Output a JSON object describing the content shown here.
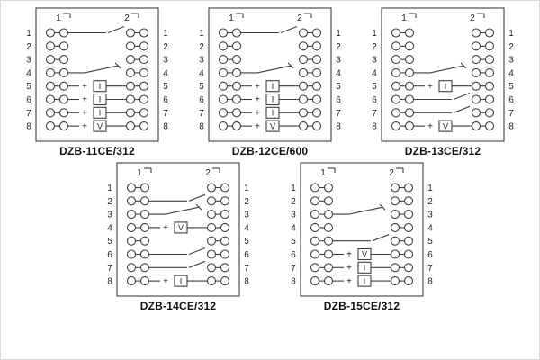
{
  "figure": {
    "background": "#ffffff",
    "line_color": "#3f3f3f",
    "text_color": "#1f1f1f",
    "polarity_symbol": "+"
  },
  "diagrams": [
    {
      "caption": "DZB-11CE/312",
      "col_headers": [
        "1",
        "2"
      ],
      "left_numbers": [
        "1",
        "2",
        "3",
        "4",
        "5",
        "6",
        "7",
        "8"
      ],
      "right_numbers": [
        "1",
        "2",
        "3",
        "4",
        "5",
        "6",
        "7",
        "8"
      ],
      "rows": [
        {
          "type": "contact"
        },
        {
          "type": "plain"
        },
        {
          "type": "plain"
        },
        {
          "type": "switch"
        },
        {
          "type": "coil",
          "label": "I"
        },
        {
          "type": "coil",
          "label": "I"
        },
        {
          "type": "coil",
          "label": "I"
        },
        {
          "type": "coil",
          "label": "V"
        }
      ]
    },
    {
      "caption": "DZB-12CE/600",
      "col_headers": [
        "1",
        "2"
      ],
      "left_numbers": [
        "1",
        "2",
        "3",
        "4",
        "5",
        "6",
        "7",
        "8"
      ],
      "right_numbers": [
        "1",
        "2",
        "3",
        "4",
        "5",
        "6",
        "7",
        "8"
      ],
      "rows": [
        {
          "type": "contact"
        },
        {
          "type": "plain"
        },
        {
          "type": "plain"
        },
        {
          "type": "switch"
        },
        {
          "type": "coil",
          "label": "I"
        },
        {
          "type": "coil",
          "label": "I"
        },
        {
          "type": "coil",
          "label": "I"
        },
        {
          "type": "coil",
          "label": "V"
        }
      ]
    },
    {
      "caption": "DZB-13CE/312",
      "col_headers": [
        "1",
        "2"
      ],
      "left_numbers": [
        "1",
        "2",
        "3",
        "4",
        "5",
        "6",
        "7",
        "8"
      ],
      "right_numbers": [
        "1",
        "2",
        "3",
        "4",
        "5",
        "6",
        "7",
        "8"
      ],
      "rows": [
        {
          "type": "plain"
        },
        {
          "type": "plain"
        },
        {
          "type": "plain"
        },
        {
          "type": "switch"
        },
        {
          "type": "coil",
          "label": "I"
        },
        {
          "type": "contact"
        },
        {
          "type": "contact"
        },
        {
          "type": "coil",
          "label": "V"
        }
      ]
    },
    {
      "caption": "DZB-14CE/312",
      "col_headers": [
        "1",
        "2"
      ],
      "left_numbers": [
        "1",
        "2",
        "3",
        "4",
        "5",
        "6",
        "7",
        "8"
      ],
      "right_numbers": [
        "1",
        "2",
        "3",
        "4",
        "5",
        "6",
        "7",
        "8"
      ],
      "rows": [
        {
          "type": "plain"
        },
        {
          "type": "contact"
        },
        {
          "type": "switch"
        },
        {
          "type": "coil",
          "label": "V"
        },
        {
          "type": "plain"
        },
        {
          "type": "contact"
        },
        {
          "type": "contact"
        },
        {
          "type": "coil",
          "label": "I"
        }
      ]
    },
    {
      "caption": "DZB-15CE/312",
      "col_headers": [
        "1",
        "2"
      ],
      "left_numbers": [
        "1",
        "2",
        "3",
        "4",
        "5",
        "6",
        "7",
        "8"
      ],
      "right_numbers": [
        "1",
        "2",
        "3",
        "4",
        "5",
        "6",
        "7",
        "8"
      ],
      "rows": [
        {
          "type": "plain"
        },
        {
          "type": "plain"
        },
        {
          "type": "switch"
        },
        {
          "type": "plain"
        },
        {
          "type": "contact"
        },
        {
          "type": "coil",
          "label": "V"
        },
        {
          "type": "coil",
          "label": "I"
        },
        {
          "type": "coil",
          "label": "I"
        }
      ]
    }
  ]
}
